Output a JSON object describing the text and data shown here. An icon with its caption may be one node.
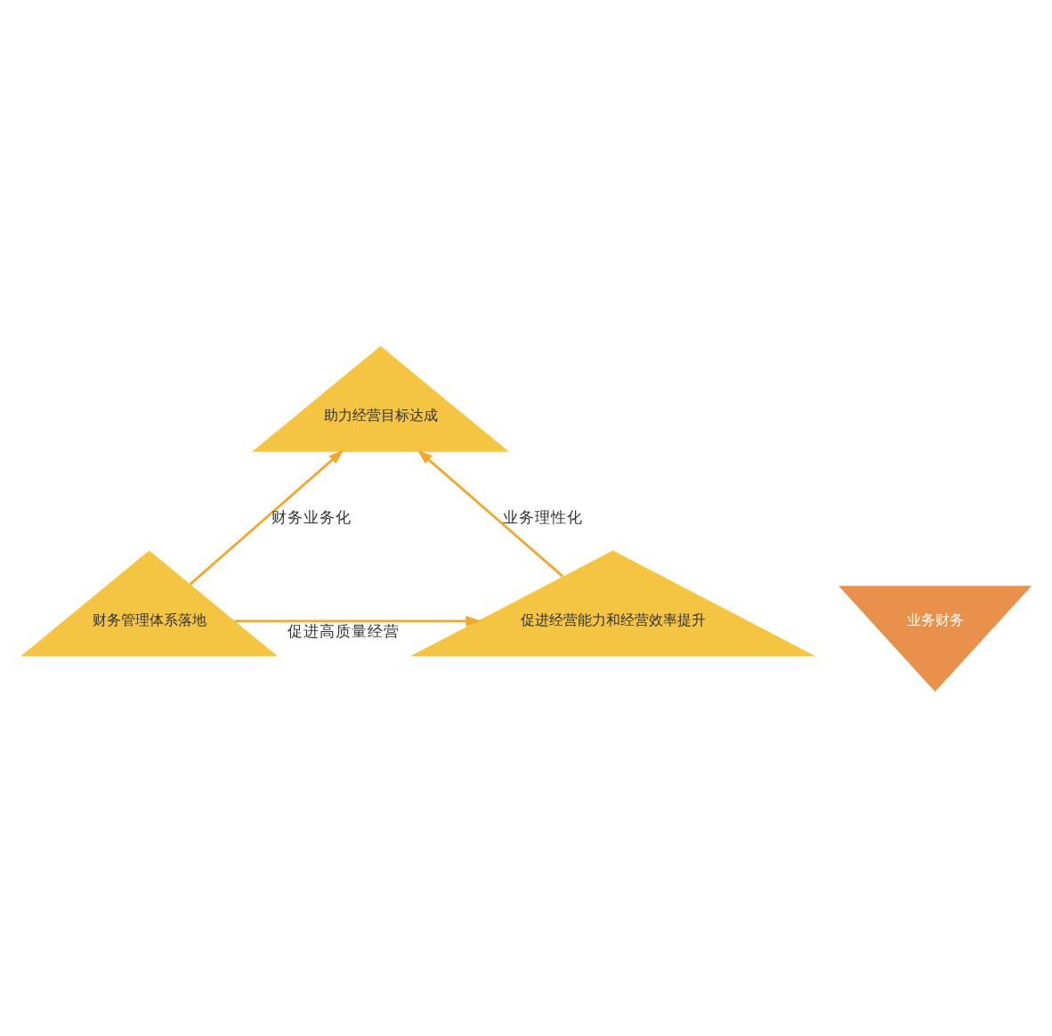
{
  "diagram": {
    "nodes": [
      {
        "text": [
          "助力经营目标达成"
        ]
      },
      {
        "text": [
          "业务财务"
        ]
      },
      {
        "text": [
          "财务管理体系落地"
        ]
      },
      {
        "text": [
          "促进经营能力和经营效率提升"
        ]
      }
    ],
    "edges": [
      {
        "from": 2,
        "to": 0,
        "arrow": "to",
        "label": "财务业务化"
      },
      {
        "from": 3,
        "to": 0,
        "arrow": "to",
        "label": "业务理性化"
      },
      {
        "from": 2,
        "to": 3,
        "arrow": "to",
        "label": "促进高质量经营"
      }
    ]
  }
}
